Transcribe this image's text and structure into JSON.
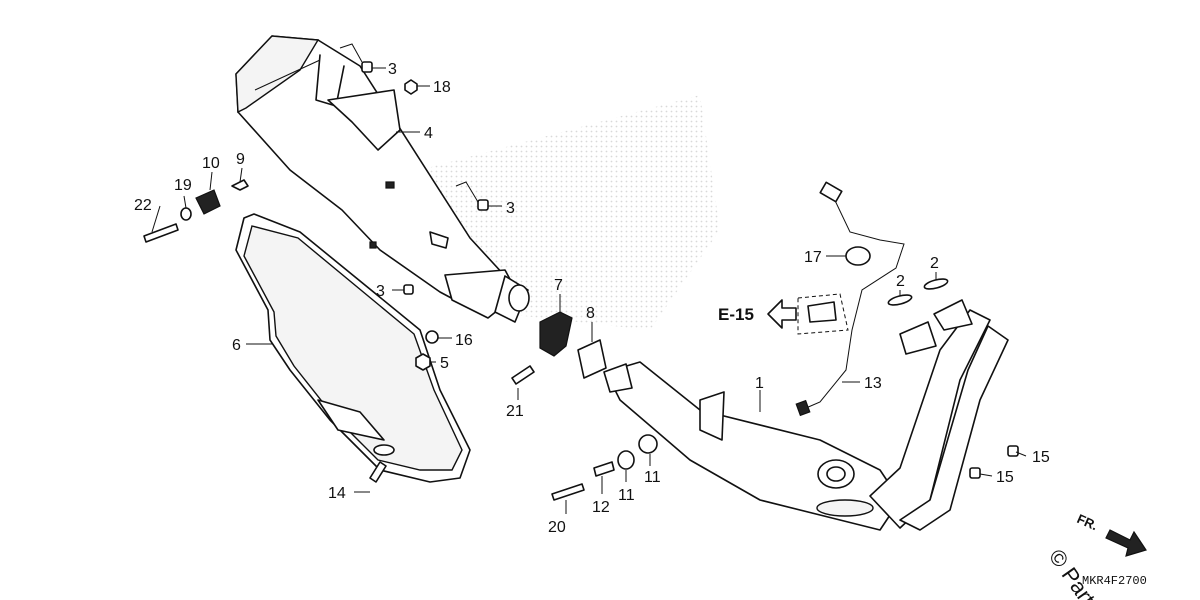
{
  "callouts": {
    "c1": "1",
    "c2a": "2",
    "c2b": "2",
    "c3a": "3",
    "c3b": "3",
    "c3c": "3",
    "c4": "4",
    "c5": "5",
    "c6": "6",
    "c7": "7",
    "c8": "8",
    "c9": "9",
    "c10": "10",
    "c11a": "11",
    "c11b": "11",
    "c12": "12",
    "c13": "13",
    "c14": "14",
    "c15a": "15",
    "c15b": "15",
    "c16": "16",
    "c17": "17",
    "c18": "18",
    "c19": "19",
    "c20": "20",
    "c21": "21",
    "c22": "22"
  },
  "reference": {
    "label": "E-15"
  },
  "direction": {
    "label": "FR."
  },
  "diagram_code": "MKR4F2700",
  "watermark": "© Part"
}
